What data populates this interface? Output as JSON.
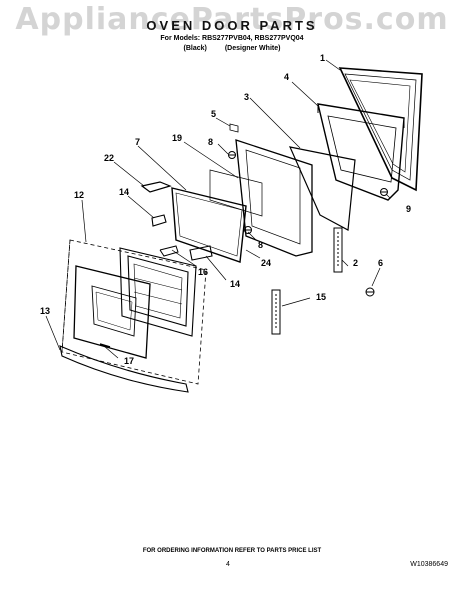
{
  "watermark": "AppliancePartsPros.com",
  "header": {
    "title": "OVEN DOOR PARTS",
    "models": "For Models: RBS277PVB04, RBS277PVQ04",
    "variant_black": "(Black)",
    "variant_white": "(Designer White)"
  },
  "callouts": [
    "1",
    "2",
    "3",
    "4",
    "5",
    "6",
    "7",
    "8",
    "8",
    "9",
    "12",
    "13",
    "14",
    "14",
    "15",
    "16",
    "17",
    "19",
    "22",
    "24"
  ],
  "footer": {
    "ordering_note": "FOR ORDERING INFORMATION REFER TO PARTS PRICE LIST",
    "page_number": "4",
    "doc_number": "W10386649"
  }
}
